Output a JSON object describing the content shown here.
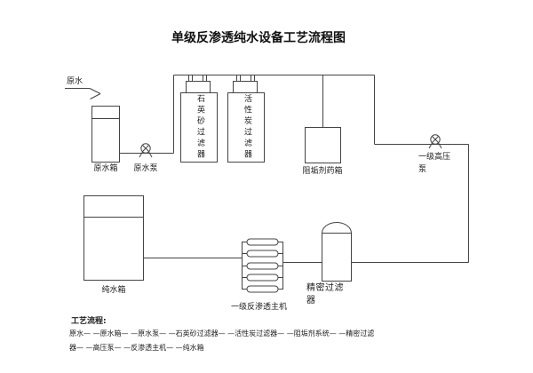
{
  "title": "单级反渗透纯水设备工艺流程图",
  "labels": {
    "feed": "原水",
    "raw_tank": "原水箱",
    "raw_pump": "原水泵",
    "quartz_filter": "石英砂过滤器",
    "carbon_filter": "活性炭过滤器",
    "dosing_box": "阻垢剂药箱",
    "hp_pump_l1": "一级高压",
    "hp_pump_l2": "泵",
    "pure_tank": "纯水箱",
    "ro_unit": "一级反渗透主机",
    "precision_l1": "精密过滤",
    "precision_l2": "器"
  },
  "flow_note": {
    "heading": "工艺流程:",
    "line1": "原水— —原水箱— —原水泵— —石英砂过滤器— —活性炭过滤器— —阻垢剂系统— —精密过滤",
    "line2": "器— —高压泵— —反渗透主机— —纯水箱"
  },
  "colors": {
    "line": "#444444",
    "text": "#1c1c1c",
    "background": "#ffffff"
  }
}
